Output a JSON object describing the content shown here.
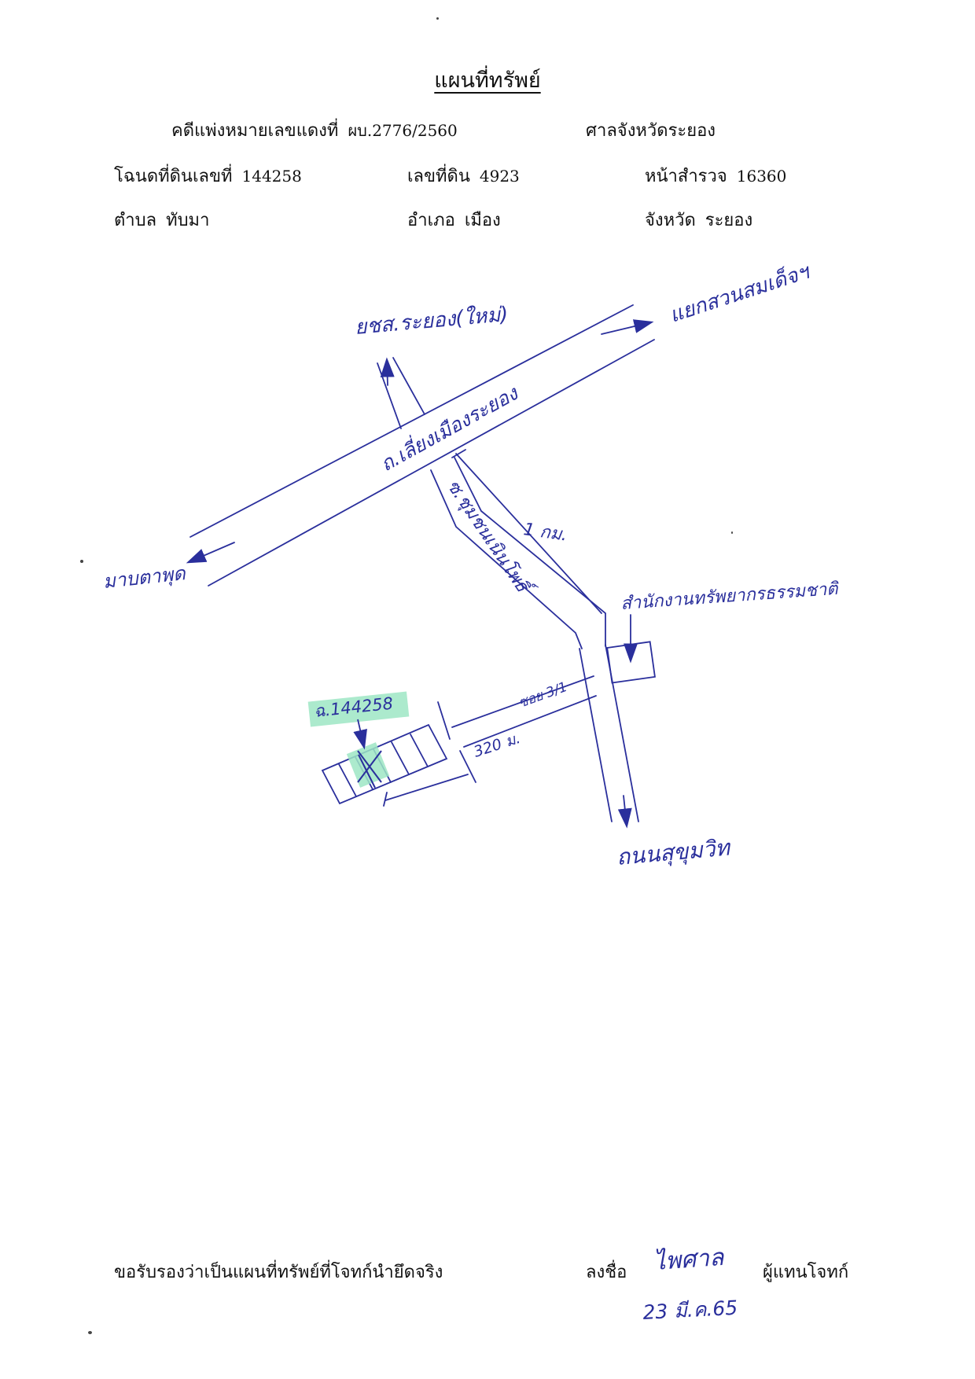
{
  "title": "แผนที่ทรัพย์",
  "header": {
    "case_label": "คดีแพ่งหมายเลขแดงที่",
    "case_value": "ผบ.2776/2560",
    "court": "ศาลจังหวัดระยอง",
    "deed_label": "โฉนดที่ดินเลขที่",
    "deed_value": "144258",
    "land_no_label": "เลขที่ดิน",
    "land_no_value": "4923",
    "survey_label": "หน้าสำรวจ",
    "survey_value": "16360",
    "subdistrict_label": "ตำบล",
    "subdistrict_value": "ทับมา",
    "district_label": "อำเภอ",
    "district_value": "เมือง",
    "province_label": "จังหวัด",
    "province_value": "ระยอง"
  },
  "map": {
    "labels": {
      "to_rayong_hospital": "ยชส.ระยอง(ใหม่)",
      "to_suan_son": "แยกสวนสมเด็จฯ",
      "bypass_road": "ถ.เลี่ยงเมืองระยอง",
      "to_ta_phut": "มาบตาพุด",
      "soi_road": "ซ.ชุมชนเนินโพธิ์",
      "distance_1km": "1 กม.",
      "office": "สำนักงานทรัพยากรธรรมชาติ",
      "lane_31": "ซอย 3/1",
      "distance_320m": "320 ม.",
      "sukhumvit": "ถนนสุขุมวิท",
      "deed_tag": "ฉ.144258"
    },
    "colors": {
      "ink": "#2a2f9c",
      "highlight": "#9ee6c4"
    }
  },
  "footer": {
    "certify": "ขอรับรองว่าเป็นแผนที่ทรัพย์ที่โจทก์นำยึดจริง",
    "sign_label": "ลงชื่อ",
    "signature": "ไพศาล",
    "sign_role": "ผู้แทนโจทก์",
    "date": "23 มี.ค.65"
  }
}
